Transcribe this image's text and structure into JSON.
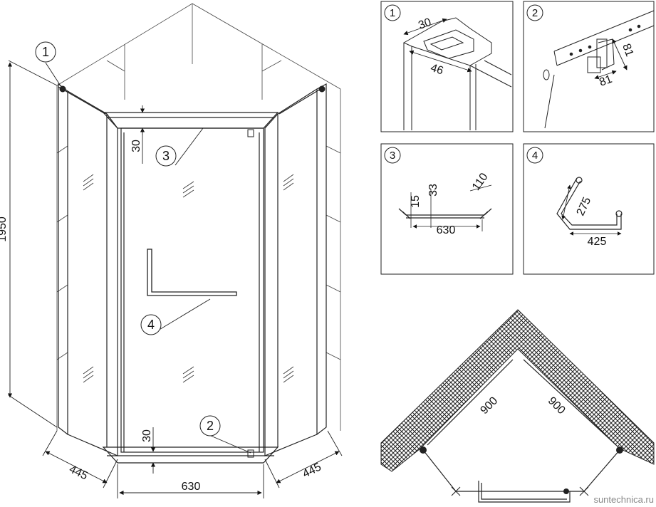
{
  "main": {
    "height_label": "1950",
    "side_left_label": "445",
    "front_label": "630",
    "side_right_label": "445",
    "top_gap_label": "30",
    "bottom_gap_label": "30",
    "callouts": [
      "1",
      "2",
      "3",
      "4"
    ]
  },
  "detail1": {
    "number": "1",
    "dim_a": "30",
    "dim_b": "46"
  },
  "detail2": {
    "number": "2",
    "dim_a": "81",
    "dim_b": "81"
  },
  "detail3": {
    "number": "3",
    "dim_a": "15",
    "dim_b": "33",
    "dim_c": "110",
    "dim_d": "630"
  },
  "detail4": {
    "number": "4",
    "dim_a": "275",
    "dim_b": "425"
  },
  "plan": {
    "left_label": "900",
    "right_label": "900"
  },
  "watermark": "suntechnica.ru"
}
